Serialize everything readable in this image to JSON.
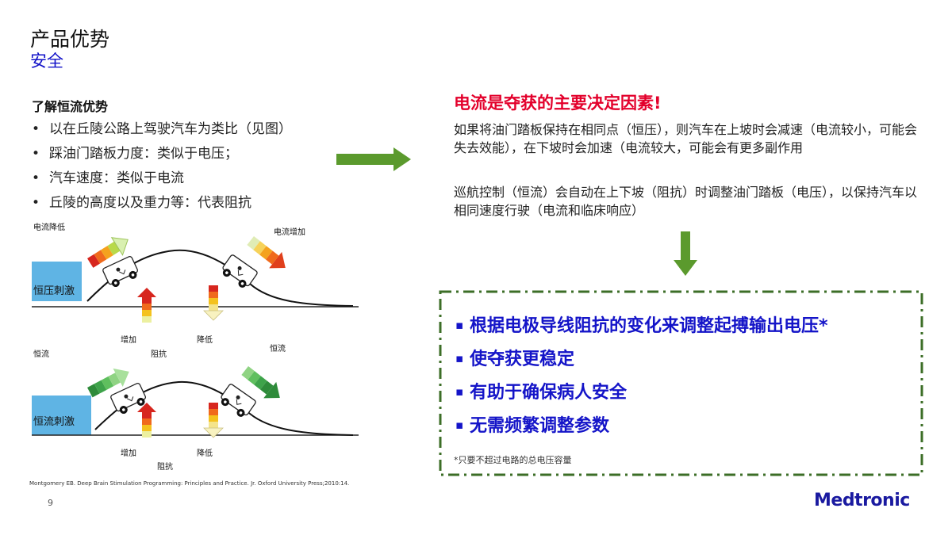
{
  "slide": {
    "title": "产品优势",
    "subtitle": "安全",
    "page_number": "9",
    "logo": "Medtronic"
  },
  "left": {
    "heading": "了解恒流优势",
    "bullets": [
      "以在丘陵公路上驾驶汽车为类比（见图）",
      "踩油门踏板力度：类似于电压；",
      "汽车速度：类似于电流",
      "丘陵的高度以及重力等：代表阻抗"
    ]
  },
  "right": {
    "heading": "电流是夺获的主要决定因素!",
    "para1": "如果将油门踏板保持在相同点（恒压），则汽车在上坡时会减速（电流较小，可能会失去效能），在下坡时会加速（电流较大，可能会有更多副作用",
    "para2": "巡航控制（恒流）会自动在上下坡（阻抗）时调整油门踏板（电压），以保持汽车以相同速度行驶（电流和临床响应）"
  },
  "box": {
    "items": [
      "根据电极导线阻抗的变化来调整起搏输出电压*",
      "使夺获更稳定",
      "有助于确保病人安全",
      "无需频繁调整参数"
    ],
    "footnote": "*只要不超过电路的总电压容量"
  },
  "diagram": {
    "top": {
      "left_box": "恒压刺激",
      "left_label": "电流降低",
      "right_label": "电流增加",
      "increase": "增加",
      "resistance": "阻抗",
      "decrease": "降低"
    },
    "bottom": {
      "left_box": "恒流刺激",
      "left_label": "恒流",
      "right_label": "恒流",
      "increase": "增加",
      "resistance": "阻抗",
      "decrease": "降低"
    }
  },
  "citation": "Montgomery EB. Deep Brain Stimulation Programming: Principles and Practice. Jr. Oxford University Press;2010:14.",
  "colors": {
    "accent_blue": "#1414c8",
    "heading_red": "#e3002b",
    "arrow_green": "#5b9a2d",
    "box_border": "#3c6e27"
  }
}
